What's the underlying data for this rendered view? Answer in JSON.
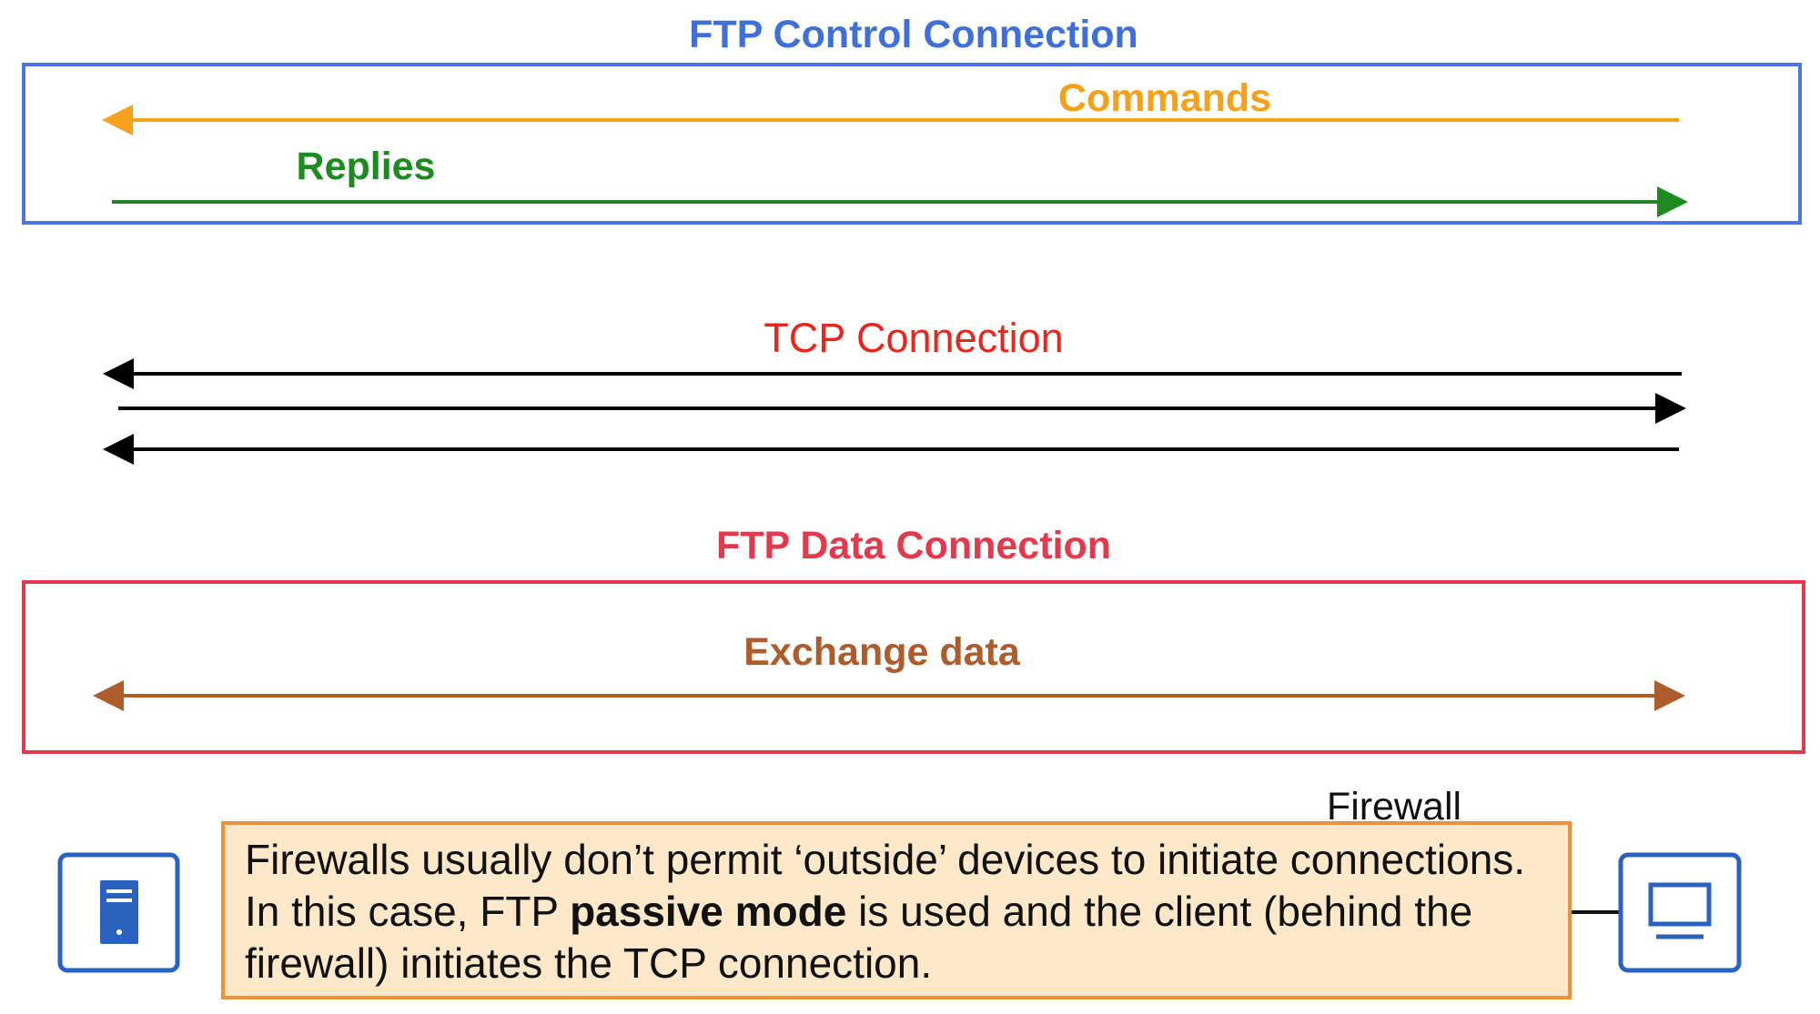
{
  "control": {
    "title": "FTP Control Connection",
    "commands_label": "Commands",
    "replies_label": "Replies"
  },
  "tcp": {
    "title": "TCP Connection"
  },
  "data_conn": {
    "title": "FTP Data Connection",
    "exchange_label": "Exchange data"
  },
  "firewall_label": "Firewall",
  "note": {
    "text_1": "Firewalls usually don’t permit ‘outside’ devices to initiate connections.  In this case, FTP ",
    "bold": "passive mode",
    "text_2": " is used and the client (behind the firewall) initiates the TCP connection."
  },
  "icons": {
    "left": "server-icon",
    "right": "pc-icon"
  },
  "colors": {
    "control_blue": "#3f6fd8",
    "commands_orange": "#f5a11b",
    "replies_green": "#1e8a22",
    "tcp_red": "#e8261c",
    "data_red": "#e23a4c",
    "exchange_brown": "#ad5d2c",
    "note_border": "#f0913a",
    "note_bg": "#fde9c9",
    "device_blue": "#2a62c0"
  }
}
